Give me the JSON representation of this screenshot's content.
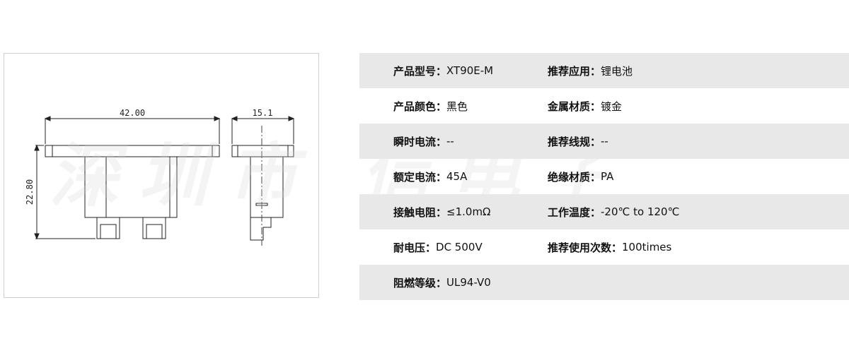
{
  "drawing": {
    "dim_width": "42.00",
    "dim_depth": "15.1",
    "dim_height": "22.80",
    "watermark": "深圳市 信电子"
  },
  "specs": [
    {
      "left": {
        "label": "产品型号：",
        "value": "XT90E-M"
      },
      "right": {
        "label": "推荐应用：",
        "value": "锂电池"
      }
    },
    {
      "left": {
        "label": "产品颜色：",
        "value": "黑色"
      },
      "right": {
        "label": "金属材质：",
        "value": "镀金"
      }
    },
    {
      "left": {
        "label": "瞬时电流：",
        "value": "--"
      },
      "right": {
        "label": "推荐线规：",
        "value": "--"
      }
    },
    {
      "left": {
        "label": "额定电流：",
        "value": "45A"
      },
      "right": {
        "label": "绝缘材质：",
        "value": "PA"
      }
    },
    {
      "left": {
        "label": "接触电阻：",
        "value": "≤1.0mΩ"
      },
      "right": {
        "label": "工作温度：",
        "value": "-20℃ to 120℃"
      }
    },
    {
      "left": {
        "label": "耐电压：",
        "value": "DC 500V"
      },
      "right": {
        "label": "推荐使用次数：",
        "value": "100times"
      }
    },
    {
      "left": {
        "label": "阻燃等级：",
        "value": "UL94-V0"
      },
      "right": {
        "label": "",
        "value": ""
      }
    }
  ]
}
